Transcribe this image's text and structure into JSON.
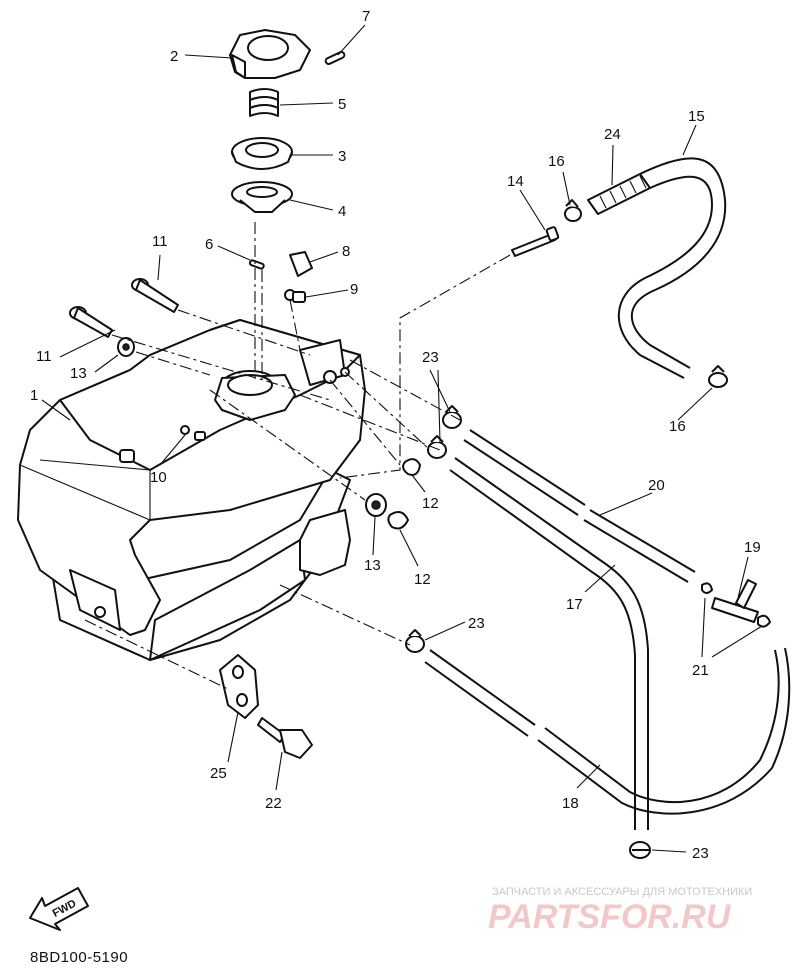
{
  "diagram": {
    "callouts": {
      "c1": "1",
      "c2": "2",
      "c3": "3",
      "c4": "4",
      "c5": "5",
      "c6": "6",
      "c7": "7",
      "c8": "8",
      "c9": "9",
      "c10": "10",
      "c11a": "11",
      "c11b": "11",
      "c12a": "12",
      "c12b": "12",
      "c13a": "13",
      "c13b": "13",
      "c14": "14",
      "c15": "15",
      "c16a": "16",
      "c16b": "16",
      "c17": "17",
      "c18": "18",
      "c19": "19",
      "c20": "20",
      "c21": "21",
      "c22": "22",
      "c23a": "23",
      "c23b": "23",
      "c23c": "23",
      "c24": "24",
      "c25": "25"
    },
    "drawing_code": "8BD100-5190",
    "direction_label": "FWD"
  },
  "watermark": {
    "tagline": "ЗАПЧАСТИ И АКСЕССУАРЫ ДЛЯ МОТОТЕХНИКИ",
    "brand": "PARTSFOR.RU"
  }
}
